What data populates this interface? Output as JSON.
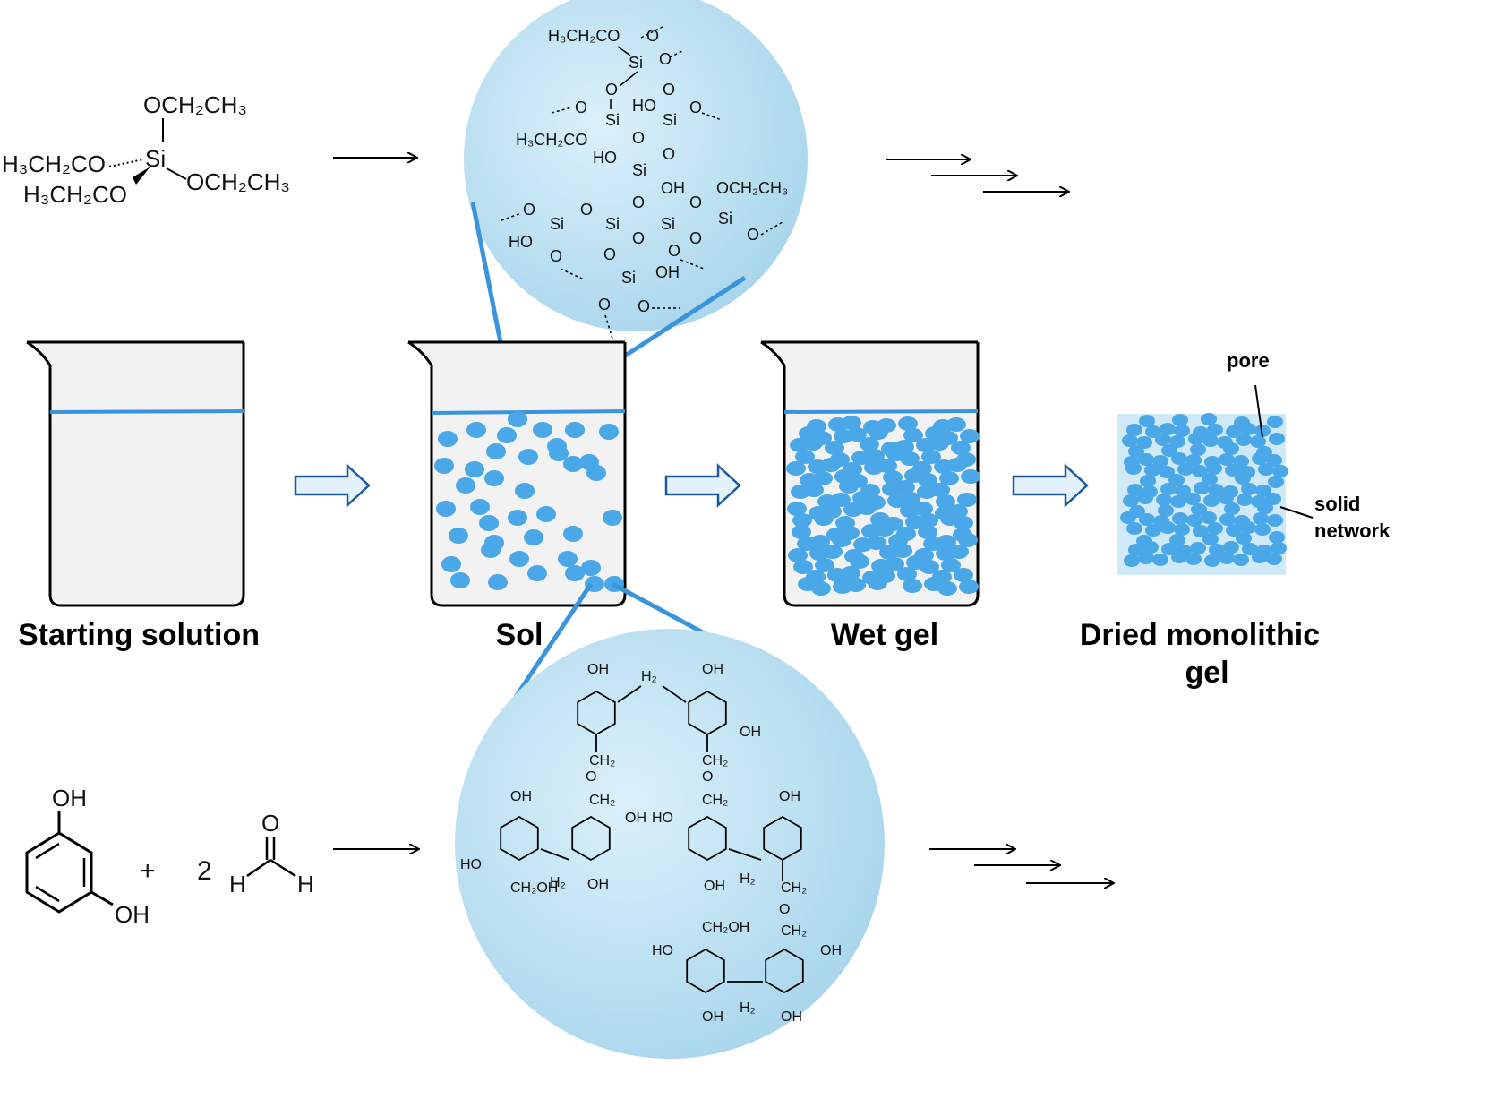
{
  "colors": {
    "particle": "#4aa8e8",
    "liquid_line": "#3a94dc",
    "zoom_fill_light": "#d6eef9",
    "zoom_fill_dark": "#9fd1ea",
    "block_arrow_fill": "#e3f1fb",
    "block_arrow_stroke": "#1d5a9a",
    "dried_fill": "#cfe9f8"
  },
  "stages": {
    "starting": "Starting solution",
    "sol": "Sol",
    "wet_gel": "Wet gel",
    "dried_line1": "Dried monolithic",
    "dried_line2": "gel"
  },
  "annotations": {
    "pore": "pore",
    "solid_line1": "solid",
    "solid_line2": "network"
  },
  "teos": {
    "si": "Si",
    "top": "OCH₂CH₃",
    "right": "OCH₂CH₃",
    "left": "H₃CH₂CO",
    "lower_left": "H₃CH₂CO"
  },
  "silica": {
    "si": "Si",
    "o": "O",
    "oh": "OH",
    "ho": "HO",
    "h3ch2co": "H₃CH₂CO",
    "och2ch3": "OCH₂CH₃"
  },
  "resorcinol": {
    "oh_top": "OH",
    "oh_bottom": "OH",
    "plus": "+",
    "coef": "2",
    "o": "O",
    "h": "H"
  },
  "rf": {
    "oh": "OH",
    "ho": "HO",
    "h2": "H₂",
    "ch2": "CH₂",
    "o": "O",
    "ch2oh": "CH₂OH"
  }
}
